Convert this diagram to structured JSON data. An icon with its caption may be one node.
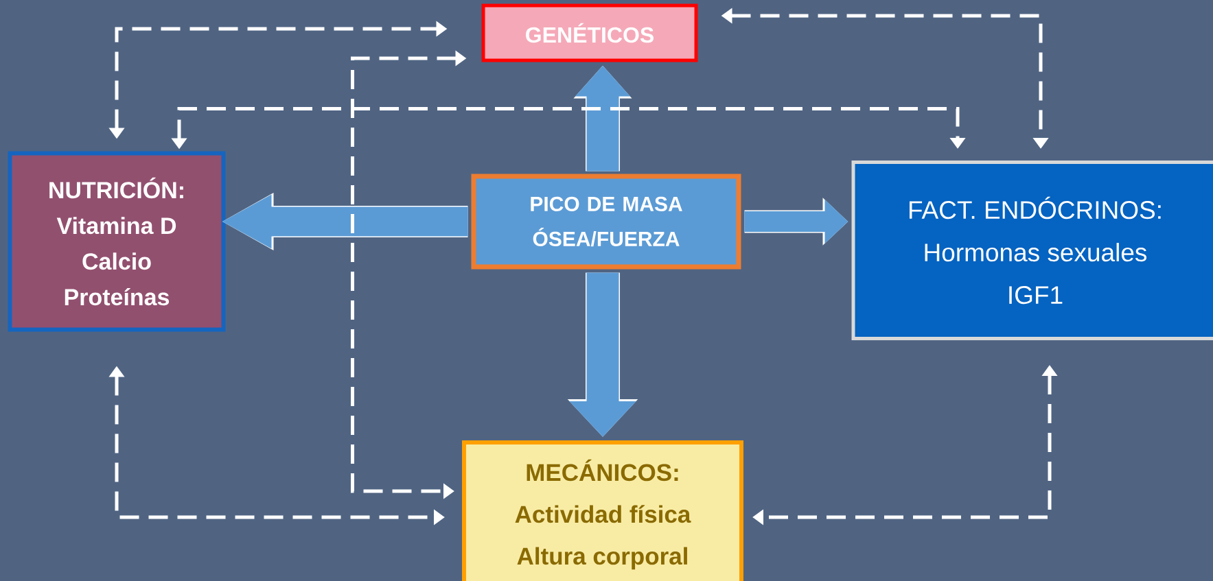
{
  "diagram": {
    "nodes": [
      {
        "text": [
          "GENÉTICOS"
        ]
      },
      {
        "text": [
          "NUTRICIÓN:",
          "Vitamina D",
          "Calcio",
          "Proteínas"
        ]
      },
      {
        "text": [
          "PICO DE MASA ÓSEA/FUERZA"
        ]
      },
      {
        "text": [
          "FACT. ENDÓCRINOS:",
          "Hormonas sexuales",
          "IGF1"
        ]
      },
      {
        "text": [
          "MECÁNICOS:",
          "Actividad física",
          "Altura corporal"
        ]
      }
    ],
    "edges": [
      {
        "from": 2,
        "to": 0,
        "arrow": "to",
        "style": "thick",
        "color": "#5b9bd5"
      },
      {
        "from": 2,
        "to": 1,
        "arrow": "to",
        "style": "thick",
        "color": "#5b9bd5"
      },
      {
        "from": 2,
        "to": 3,
        "arrow": "to",
        "style": "thick",
        "color": "#5b9bd5"
      },
      {
        "from": 2,
        "to": 4,
        "arrow": "to",
        "style": "thick",
        "color": "#5b9bd5"
      },
      {
        "from": 1,
        "to": 0,
        "arrow": "both",
        "style": "dashed"
      },
      {
        "from": 1,
        "to": 3,
        "arrow": "both",
        "style": "dashed"
      },
      {
        "from": 0,
        "to": 3,
        "arrow": "both",
        "style": "dashed"
      },
      {
        "from": 0,
        "to": 4,
        "arrow": "both",
        "style": "dashed"
      },
      {
        "from": 1,
        "to": 4,
        "arrow": "both",
        "style": "dashed"
      },
      {
        "from": 3,
        "to": 4,
        "arrow": "both",
        "style": "dashed"
      }
    ]
  }
}
